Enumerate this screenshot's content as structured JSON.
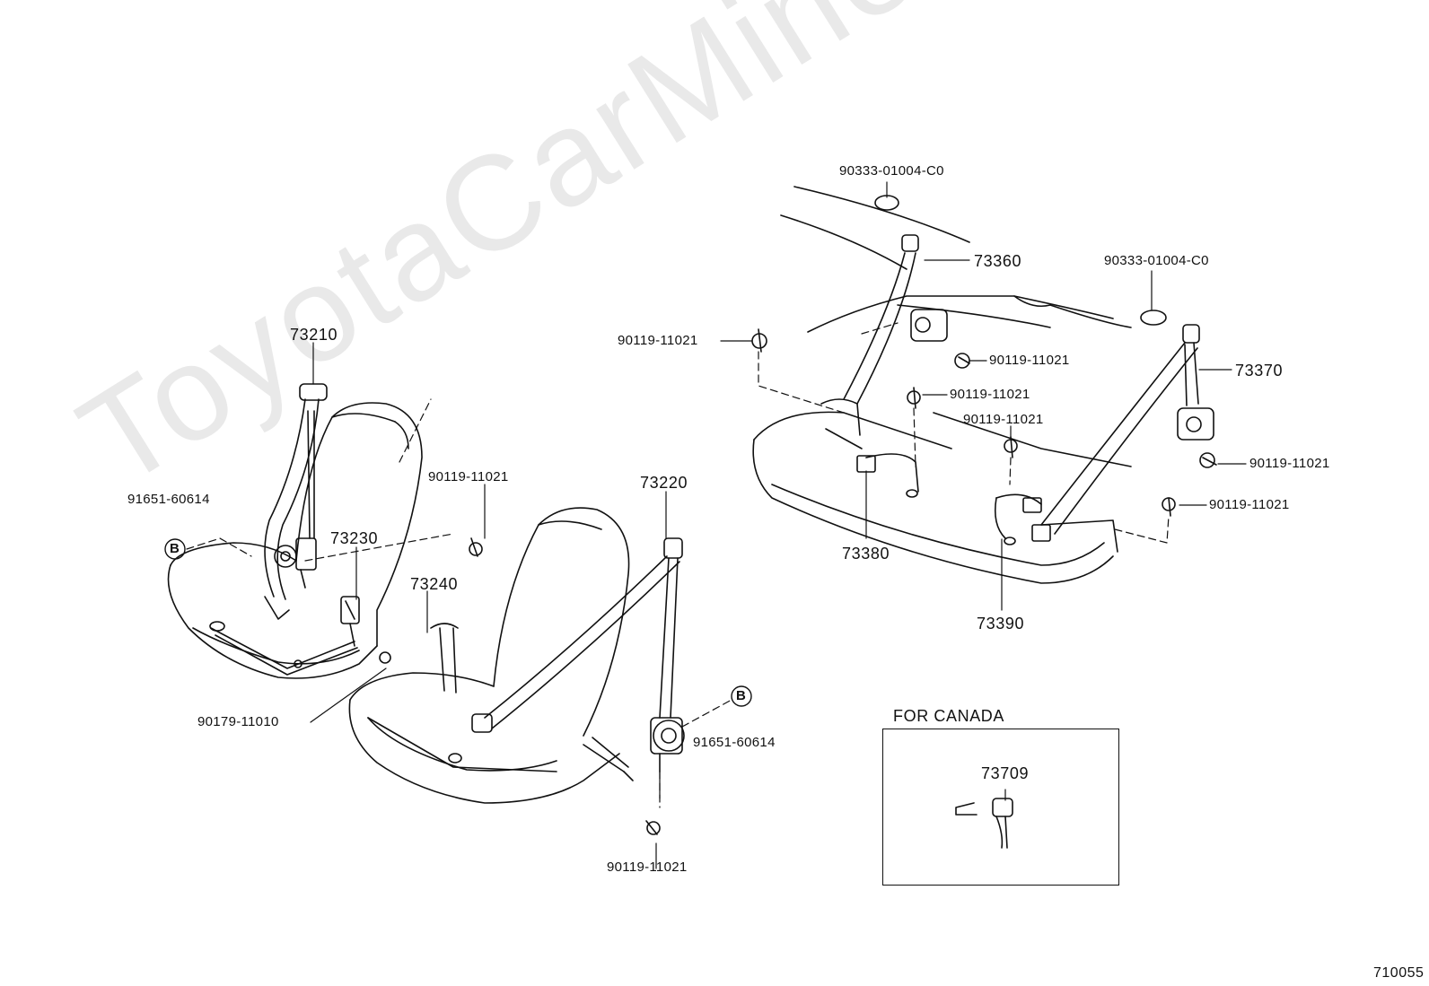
{
  "watermark": "ToyotaCarMine.ru",
  "diagram_code": "710055",
  "canada_box": {
    "title": "FOR CANADA",
    "part": "73709"
  },
  "callouts": {
    "p73210": "73210",
    "p91651_left": "91651-60614",
    "p90119_seat": "90119-11021",
    "p73230": "73230",
    "p73240": "73240",
    "p73220": "73220",
    "p90179": "90179-11010",
    "p91651_right": "91651-60614",
    "p90119_bottom": "90119-11021",
    "p90333_left": "90333-01004-C0",
    "p73360": "73360",
    "p90333_right": "90333-01004-C0",
    "p90119_rear_left": "90119-11021",
    "p90119_retractor": "90119-11021",
    "p90119_mid1": "90119-11021",
    "p73370": "73370",
    "p90119_mid2": "90119-11021",
    "p90119_right1": "90119-11021",
    "p90119_right2": "90119-11021",
    "p73380": "73380",
    "p73390": "73390"
  },
  "ref_marker": "B"
}
